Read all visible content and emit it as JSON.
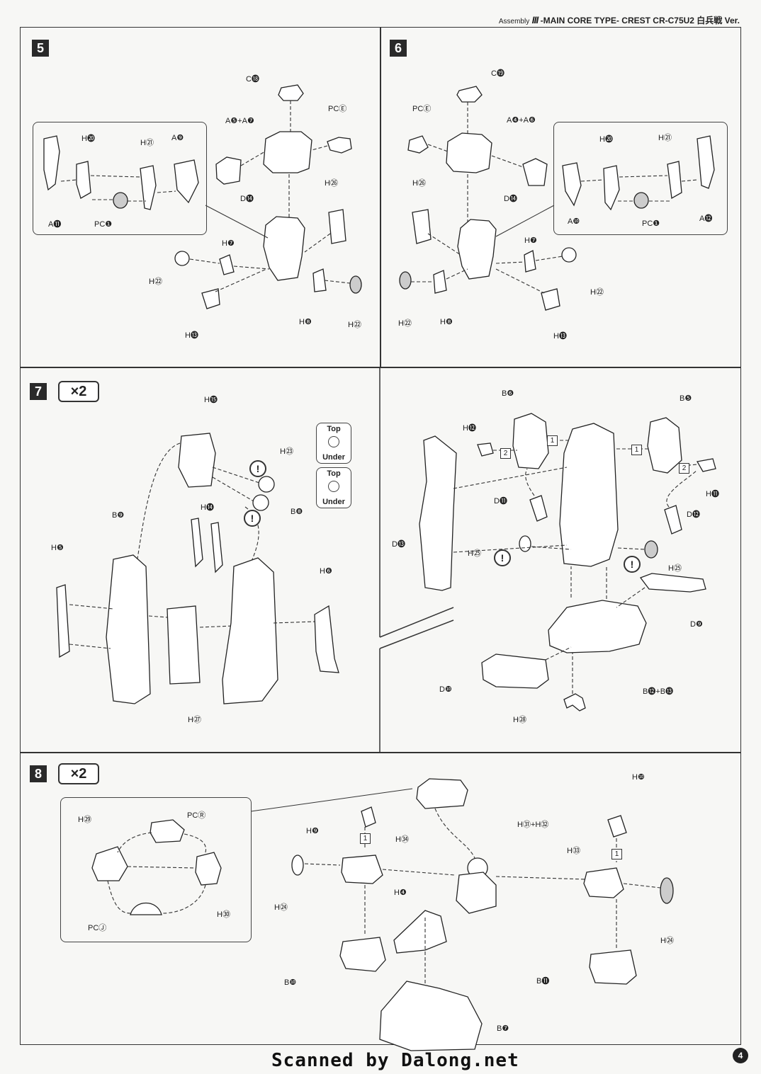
{
  "header": {
    "prefix": "Assembly",
    "roman": "III",
    "subtitle": "-MAIN CORE TYPE-",
    "model": "CREST CR-C75U2 白兵戦 Ver."
  },
  "steps": {
    "s5": {
      "num": "5"
    },
    "s6": {
      "num": "6"
    },
    "s7": {
      "num": "7",
      "mult": "×2"
    },
    "s8": {
      "num": "8",
      "mult": "×2"
    }
  },
  "labels5": {
    "c18": "C⓲",
    "a5a7": "A❺+A❼",
    "pce": "PCⒺ",
    "h20": "H⓴",
    "h21": "H㉑",
    "a9": "A❾",
    "a11": "A⓫",
    "pc1": "PC❶",
    "d14": "D⓮",
    "h26": "H㉖",
    "h7": "H❼",
    "h22a": "H㉒",
    "h13": "H⓭",
    "h8": "H❽",
    "h22b": "H㉒"
  },
  "labels6": {
    "c19": "C⓳",
    "pce": "PCⒺ",
    "a4a6": "A❹+A❻",
    "h20": "H⓴",
    "h21": "H㉑",
    "d14": "D⓮",
    "h26": "H㉖",
    "a10": "A❿",
    "pc1": "PC❶",
    "a12": "A⓬",
    "h7": "H❼",
    "h22a": "H㉒",
    "h22b": "H㉒",
    "h8": "H❽",
    "h13": "H⓭"
  },
  "labels7": {
    "h15": "H⓯",
    "h23": "H㉓",
    "top1": "Top",
    "under1": "Under",
    "top2": "Top",
    "under2": "Under",
    "h14": "H⓮",
    "b9": "B❾",
    "b8": "B❽",
    "h5": "H❺",
    "h6": "H❻",
    "h27": "H㉗",
    "b6": "B❻",
    "b5": "B❺",
    "h12": "H⓬",
    "h11": "H⓫",
    "d11": "D⓫",
    "d12": "D⓬",
    "d13": "D⓭",
    "h25a": "H㉕",
    "h25b": "H㉕",
    "d9": "D❾",
    "d10": "D❿",
    "b12b13": "B⓬+B⓭",
    "h28": "H㉘",
    "n1a": "1",
    "n2a": "2",
    "n1b": "1",
    "n2b": "2",
    "warn": "!"
  },
  "labels8": {
    "h29": "H㉙",
    "pcr": "PCⓇ",
    "h30": "H㉚",
    "pcj": "PCⒿ",
    "h9": "H❾",
    "h34": "H㉞",
    "h24a": "H㉔",
    "h4": "H❹",
    "b10": "B❿",
    "h31h32": "H㉛+H㉜",
    "h10": "H❿",
    "h33": "H㉝",
    "h24b": "H㉔",
    "b11": "B⓫",
    "b7": "B❼",
    "n1a": "1",
    "n1b": "1"
  },
  "footer": {
    "credit": "Scanned by Dalong.net",
    "page": "4"
  }
}
